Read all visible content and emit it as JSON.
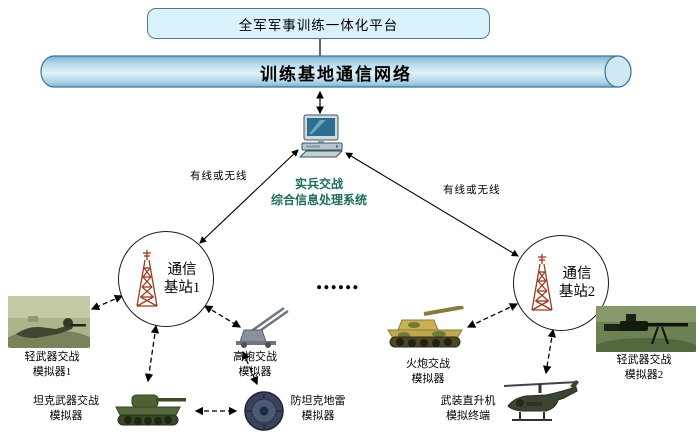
{
  "platform": {
    "title": "全军军事训练一体化平台"
  },
  "network": {
    "title": "训练基地通信网络"
  },
  "processor": {
    "line1": "实兵交战",
    "line2": "综合信息处理系统"
  },
  "link_left": {
    "label": "有线或无线"
  },
  "link_right": {
    "label": "有线或无线"
  },
  "station1": {
    "line1": "通信",
    "line2": "基站1"
  },
  "station2": {
    "line1": "通信",
    "line2": "基站2"
  },
  "ellipsis": "......",
  "devices": {
    "light1": {
      "line1": "轻武器交战",
      "line2": "模拟器1"
    },
    "tank": {
      "line1": "坦克武器交战",
      "line2": "模拟器"
    },
    "aagun": {
      "line1": "高炮交战",
      "line2": "模拟器"
    },
    "mine": {
      "line1": "防坦克地雷",
      "line2": "模拟器"
    },
    "artillery": {
      "line1": "火炮交战",
      "line2": "模拟器"
    },
    "helicopter": {
      "line1": "武装直升机",
      "line2": "模拟终端"
    },
    "light2": {
      "line1": "轻武器交战",
      "line2": "模拟器2"
    }
  },
  "colors": {
    "platform_fill": "#daf2fa",
    "platform_border": "#4a7c96",
    "cylinder_fill": "#b4d9ec",
    "cylinder_outline": "#41748f",
    "processor_text": "#1d6e5f",
    "tower_icon": "#993c22",
    "connector": "#000000"
  }
}
